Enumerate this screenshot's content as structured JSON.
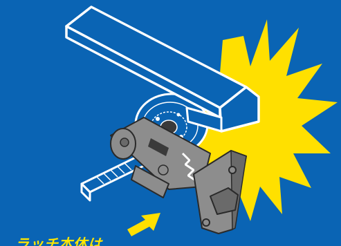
{
  "caption": {
    "text": "ラッチ本体は"
  },
  "colors": {
    "background": "#0a64b4",
    "burst": "#ffe000",
    "outline": "#ffffff",
    "latch_body": "#8d8d8d",
    "latch_shadow": "#3a3a3a",
    "arrow": "#ffe000"
  },
  "icons": [
    "door-lever-handle",
    "latch-mechanism",
    "impact-burst",
    "direction-arrow"
  ]
}
